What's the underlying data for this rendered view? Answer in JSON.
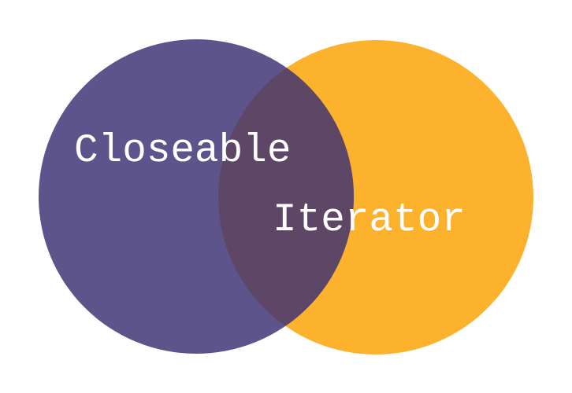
{
  "diagram": {
    "type": "venn",
    "sets": [
      {
        "label": "Closeable",
        "color": "#5e548c"
      },
      {
        "label": "Iterator",
        "color": "#fdb22d"
      }
    ],
    "intersection_color": "#5e4666"
  }
}
